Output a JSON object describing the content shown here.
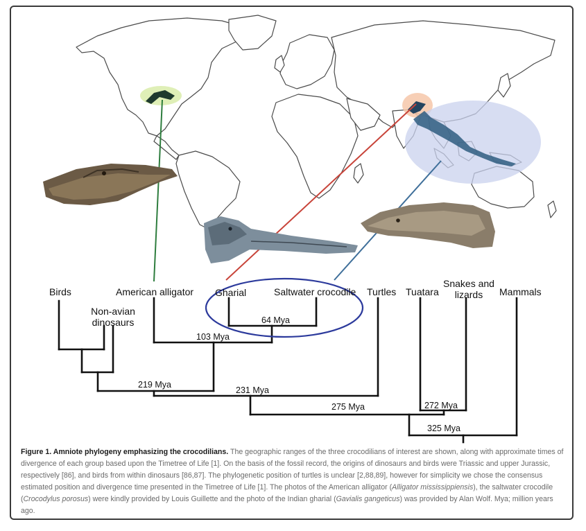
{
  "taxa": {
    "birds": "Birds",
    "non_avian_dinosaurs": "Non-avian dinosaurs",
    "american_alligator": "American alligator",
    "gharial": "Gharial",
    "saltwater_crocodile": "Saltwater crocodile",
    "turtles": "Turtles",
    "tuatara": "Tuatara",
    "snakes_and_lizards": "Snakes and lizards",
    "mammals": "Mammals"
  },
  "divergence_times": {
    "gharial_saltwater": "64 Mya",
    "alligator_crocodylids": "103 Mya",
    "birds_crocodilians": "219 Mya",
    "turtles_archosaurs": "231 Mya",
    "tuatara_squamates": "272 Mya",
    "lepidosaurs_archelosaurs": "275 Mya",
    "mammals_reptiles": "325 Mya"
  },
  "range_colors": {
    "american_alligator": "#d9ecaa",
    "gharial": "#f6c7a9",
    "saltwater_crocodile": "#c9d2ee"
  },
  "connector_colors": {
    "american_alligator": "#2e7d3e",
    "gharial": "#c8443a",
    "saltwater_crocodile": "#3f6f9a"
  },
  "highlight_color": "#2c3a9c",
  "caption": {
    "title": "Figure 1. Amniote phylogeny emphasizing the crocodilians.",
    "text_1": " The geographic ranges of the three crocodilians of interest are shown, along with approximate times of divergence of each group based upon the Timetree of Life [1]. On the basis of the fossil record, the origins of dinosaurs and birds were Triassic and upper Jurassic, respectively [86], and birds from within dinosaurs [86,87]. The phylogenetic position of turtles is unclear [2,88,89], however for simplicity we chose the consensus estimated position and divergence time presented in the Timetree of Life [1]. The photos of the American alligator (",
    "species_alligator": "Alligator mississippiensis",
    "text_2": "), the saltwater crocodile (",
    "species_crocodile": "Crocodylus porosus",
    "text_3": ") were kindly provided by Louis Guillette and the photo of the Indian gharial (",
    "species_gharial": "Gavialis gangeticus",
    "text_4": ") was provided by Alan Wolf. Mya; million years ago."
  }
}
